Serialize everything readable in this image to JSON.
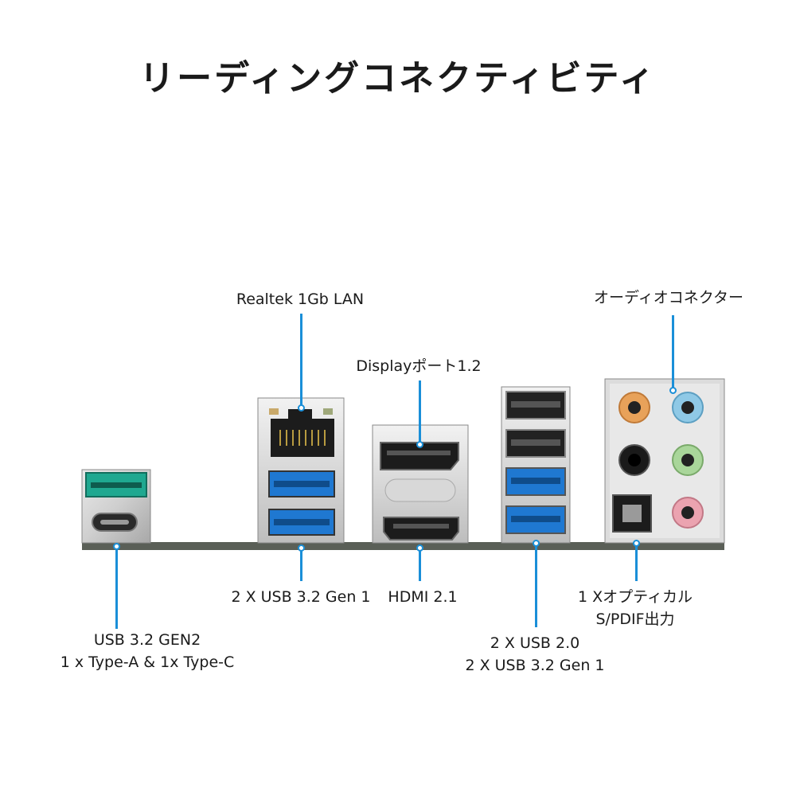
{
  "header": {
    "title": "リーディングコネクティビティ"
  },
  "labels": {
    "lan": "Realtek 1Gb LAN",
    "displayport": "Displayポート1.2",
    "audio": "オーディオコネクター",
    "usb_lan": "2 X USB 3.2 Gen 1",
    "hdmi": "HDMI 2.1",
    "optical_line1": "1 Xオプティカル",
    "optical_line2": "S/PDIF出力",
    "usb_gen2_line1": "USB 3.2 GEN2",
    "usb_gen2_line2": "1 x Type-A & 1x Type-C",
    "usb_stack_line1": "2 X USB 2.0",
    "usb_stack_line2": "2 X USB 3.2 Gen 1"
  },
  "colors": {
    "callout": "#1a8fd8",
    "usb3_blue": "#1f78d1",
    "usb_gen2_teal": "#1fa890",
    "usb2_black": "#222222",
    "audio_orange": "#e8a25a",
    "audio_blue": "#8fc9e6",
    "audio_black": "#111111",
    "audio_green": "#a9d69a",
    "audio_pink": "#eba3b0",
    "board": "#5a5f57"
  }
}
